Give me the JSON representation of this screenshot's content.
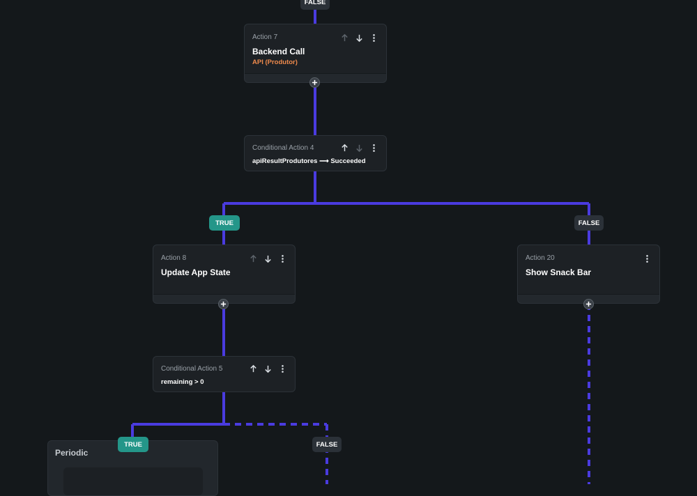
{
  "colors": {
    "connector": "#4a3be0",
    "true_pill": "#249689",
    "false_pill": "#2b3138",
    "api_text": "#ef8a4c"
  },
  "branches": {
    "top_false": "FALSE",
    "true_label": "TRUE",
    "false_label": "FALSE"
  },
  "action7": {
    "kicker": "Action 7",
    "title": "Backend Call",
    "subtitle": "API (Produtor)"
  },
  "cond4": {
    "kicker": "Conditional Action 4",
    "expression": "apiResultProdutores ⟶ Succeeded"
  },
  "action8": {
    "kicker": "Action 8",
    "title": "Update App State"
  },
  "action20": {
    "kicker": "Action 20",
    "title": "Show Snack Bar"
  },
  "cond5": {
    "kicker": "Conditional Action 5",
    "expression": "remaining  >  0"
  },
  "periodic": {
    "title": "Periodic"
  },
  "icons": {
    "up": "arrow-up-icon",
    "down": "arrow-down-icon",
    "more": "more-vert-icon",
    "add": "plus-icon"
  }
}
